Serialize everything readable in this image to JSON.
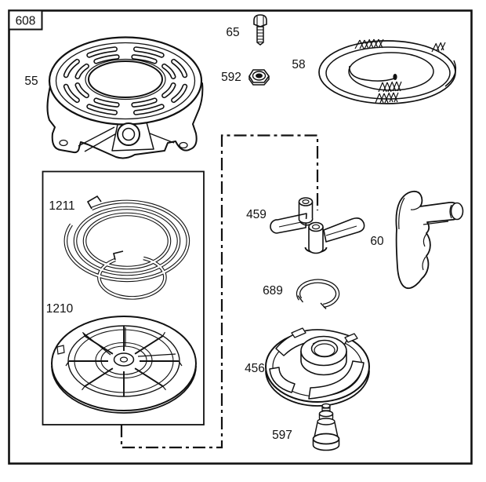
{
  "diagram": {
    "figure_ref": "608",
    "part_labels": {
      "blower_housing": "55",
      "screw": "65",
      "nut": "592",
      "starter_rope": "58",
      "rewind_spring": "1211",
      "rewind_pulley": "1210",
      "starter_dog_set": "459",
      "rope_grip": "60",
      "retainer_ring": "689",
      "starter_clutch": "456",
      "clutch_retainer_bolt": "597"
    },
    "colors": {
      "line": "#111111",
      "background": "#ffffff"
    }
  }
}
